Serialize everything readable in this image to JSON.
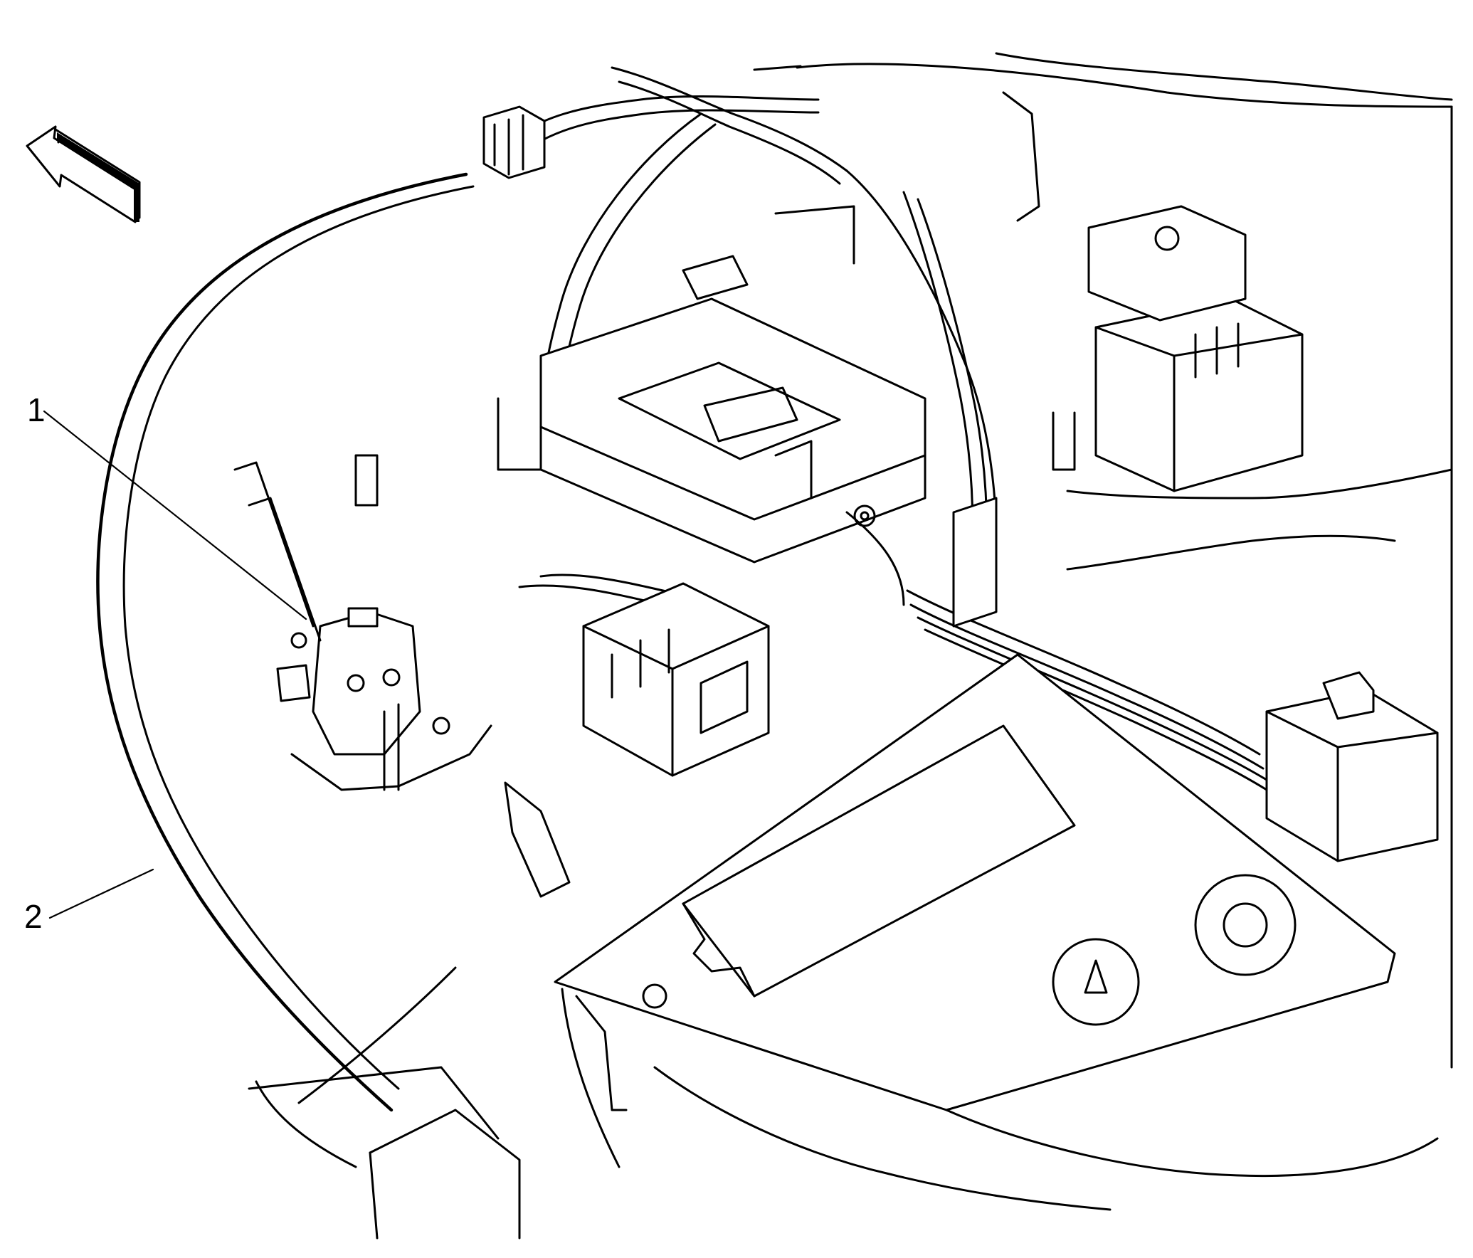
{
  "diagram": {
    "callouts": [
      {
        "id": "1",
        "label": "1"
      },
      {
        "id": "2",
        "label": "2"
      }
    ],
    "orientation": {
      "icon": "direction-arrow-icon"
    },
    "colors": {
      "line": "#000000",
      "background": "#ffffff"
    }
  }
}
